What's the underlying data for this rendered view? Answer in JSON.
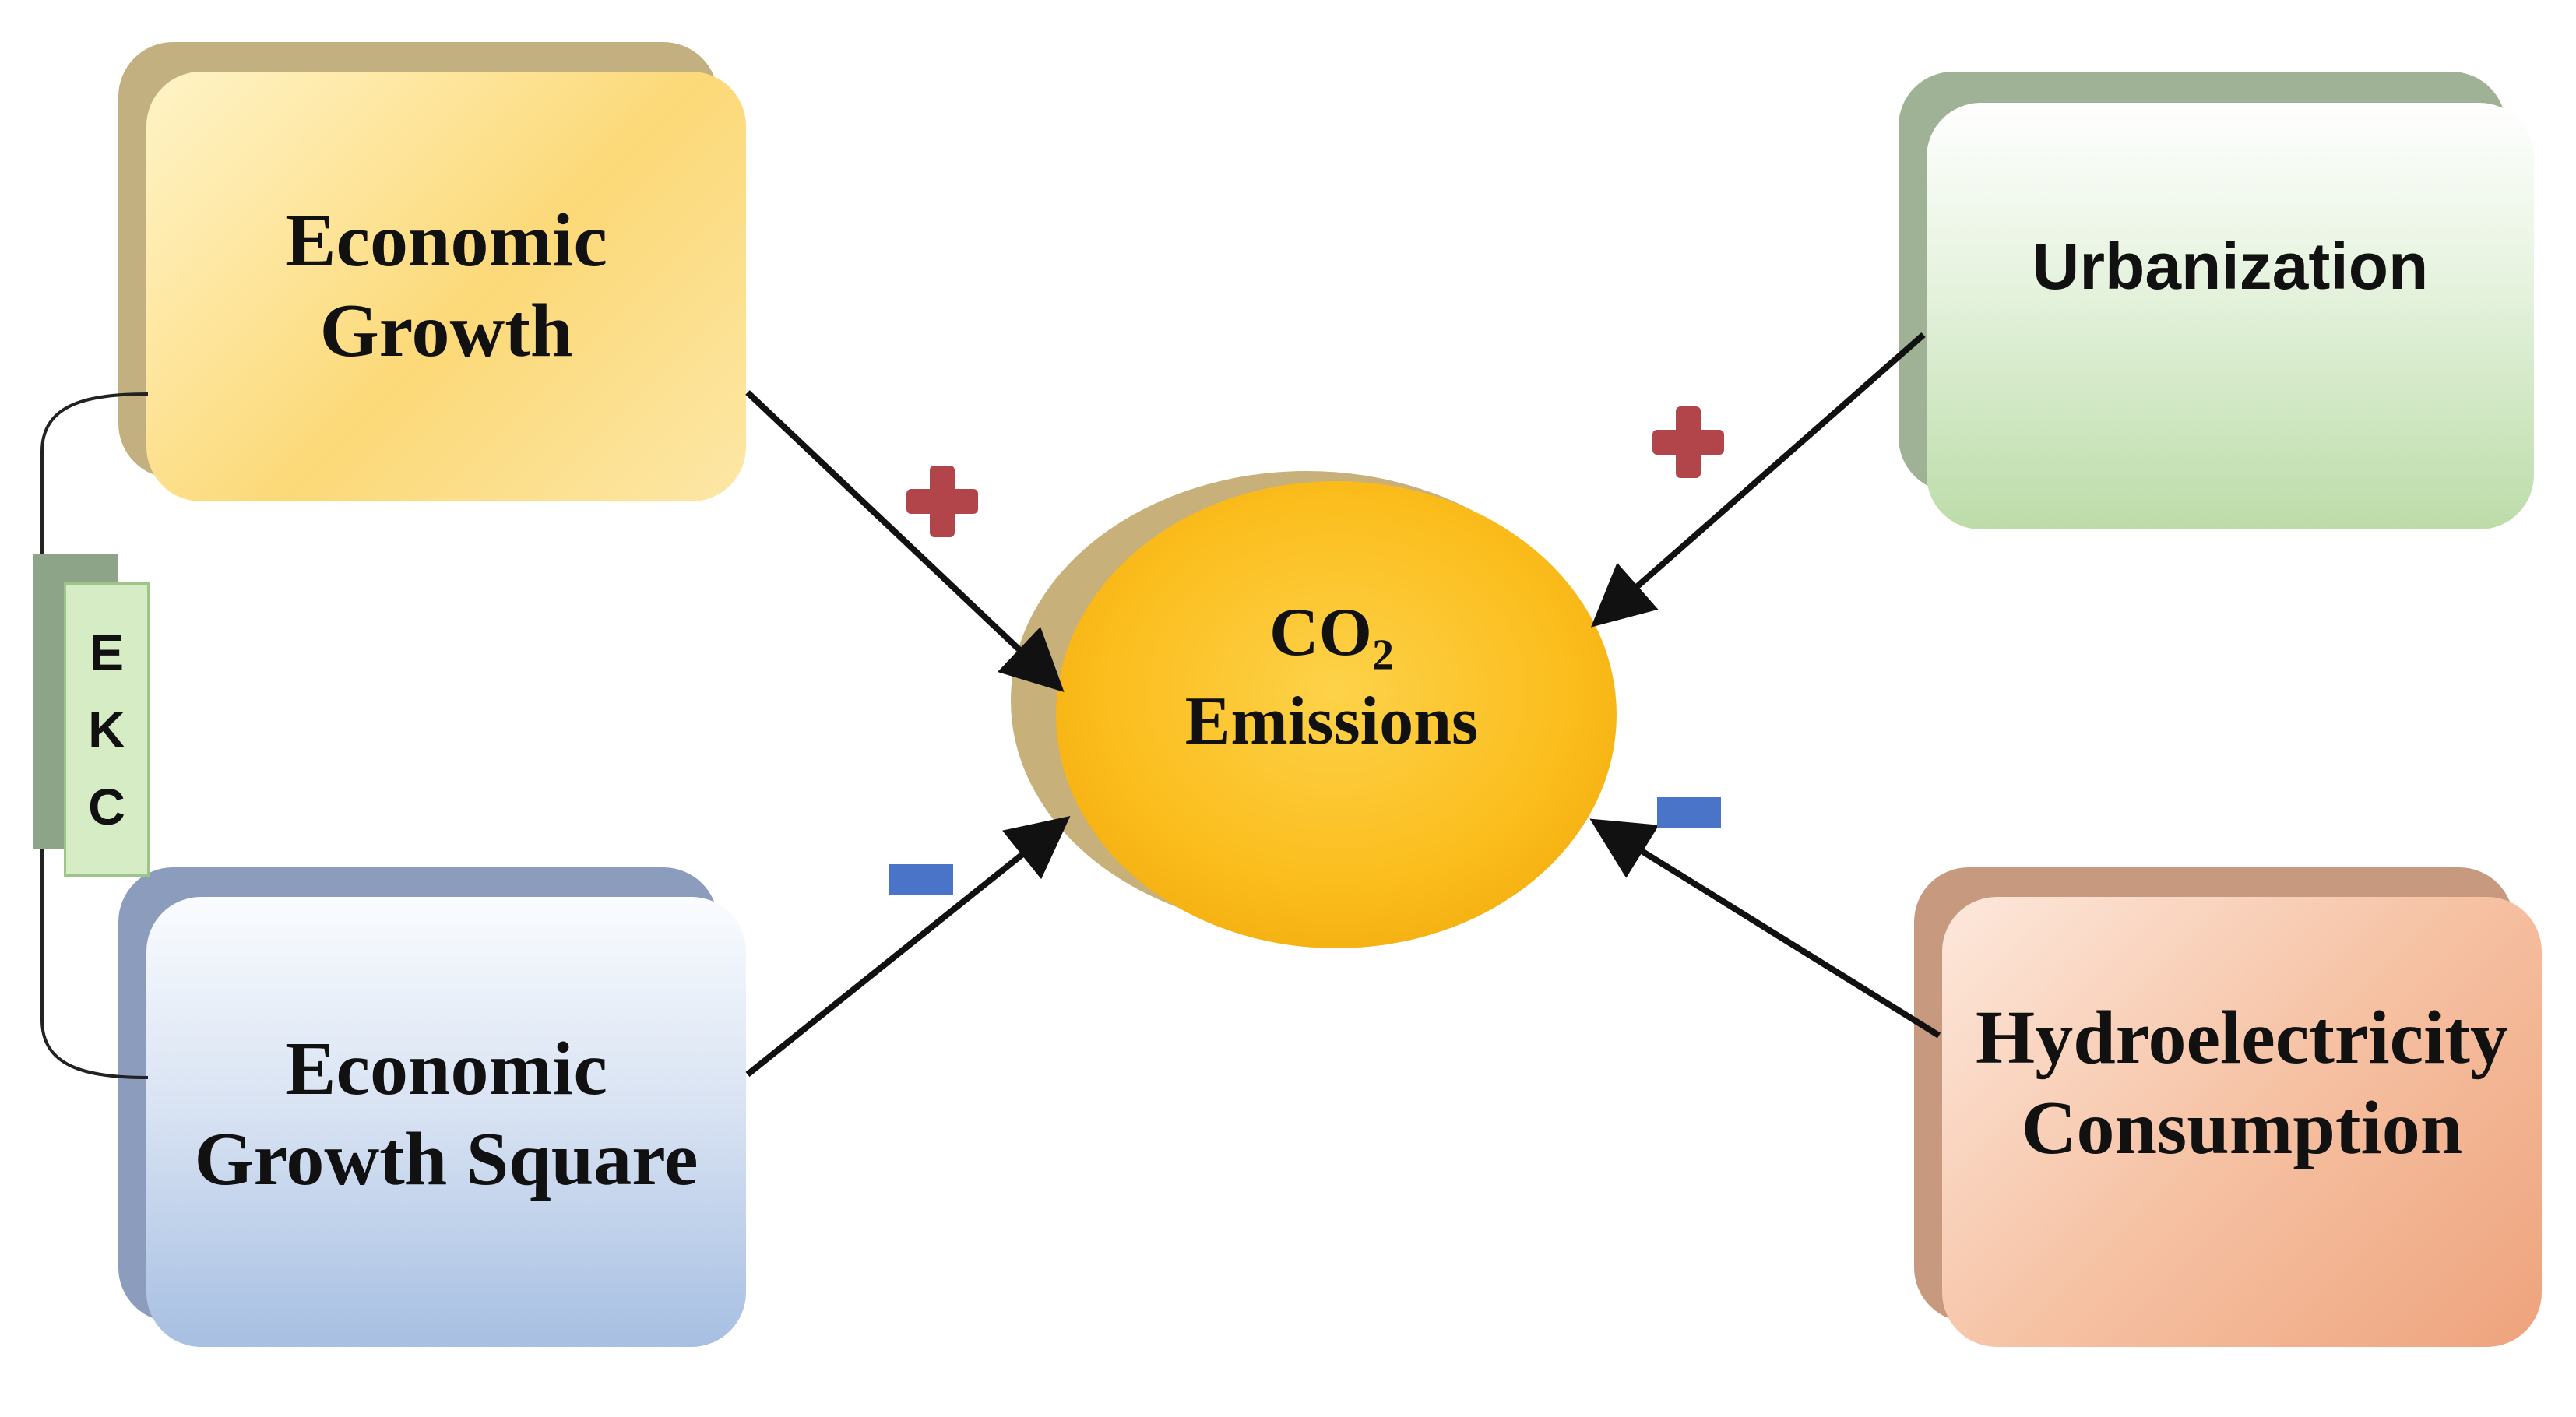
{
  "nodes": {
    "economic_growth": {
      "line1": "Economic",
      "line2": "Growth"
    },
    "economic_growth_square": {
      "line1": "Economic",
      "line2": "Growth Square"
    },
    "urbanization": {
      "label": "Urbanization"
    },
    "hydroelectricity": {
      "line1": "Hydroelectricity",
      "line2": "Consumption"
    },
    "co2": {
      "base": "CO",
      "subscript": "2",
      "line2": "Emissions"
    }
  },
  "ekc": {
    "letters": [
      "E",
      "K",
      "C"
    ]
  },
  "signs": {
    "economic_growth": "+",
    "economic_growth_square": "-",
    "urbanization": "+",
    "hydroelectricity": "-"
  },
  "colors": {
    "positive": "#b2454a",
    "negative": "#4a74c8",
    "co2_fill": "#fbbd1c",
    "economic_growth_fill": "#fcd778",
    "economic_growth_square_fill": "#b3c6e6",
    "urbanization_fill": "#cde6c0",
    "hydroelectricity_fill": "#f2aa84"
  }
}
